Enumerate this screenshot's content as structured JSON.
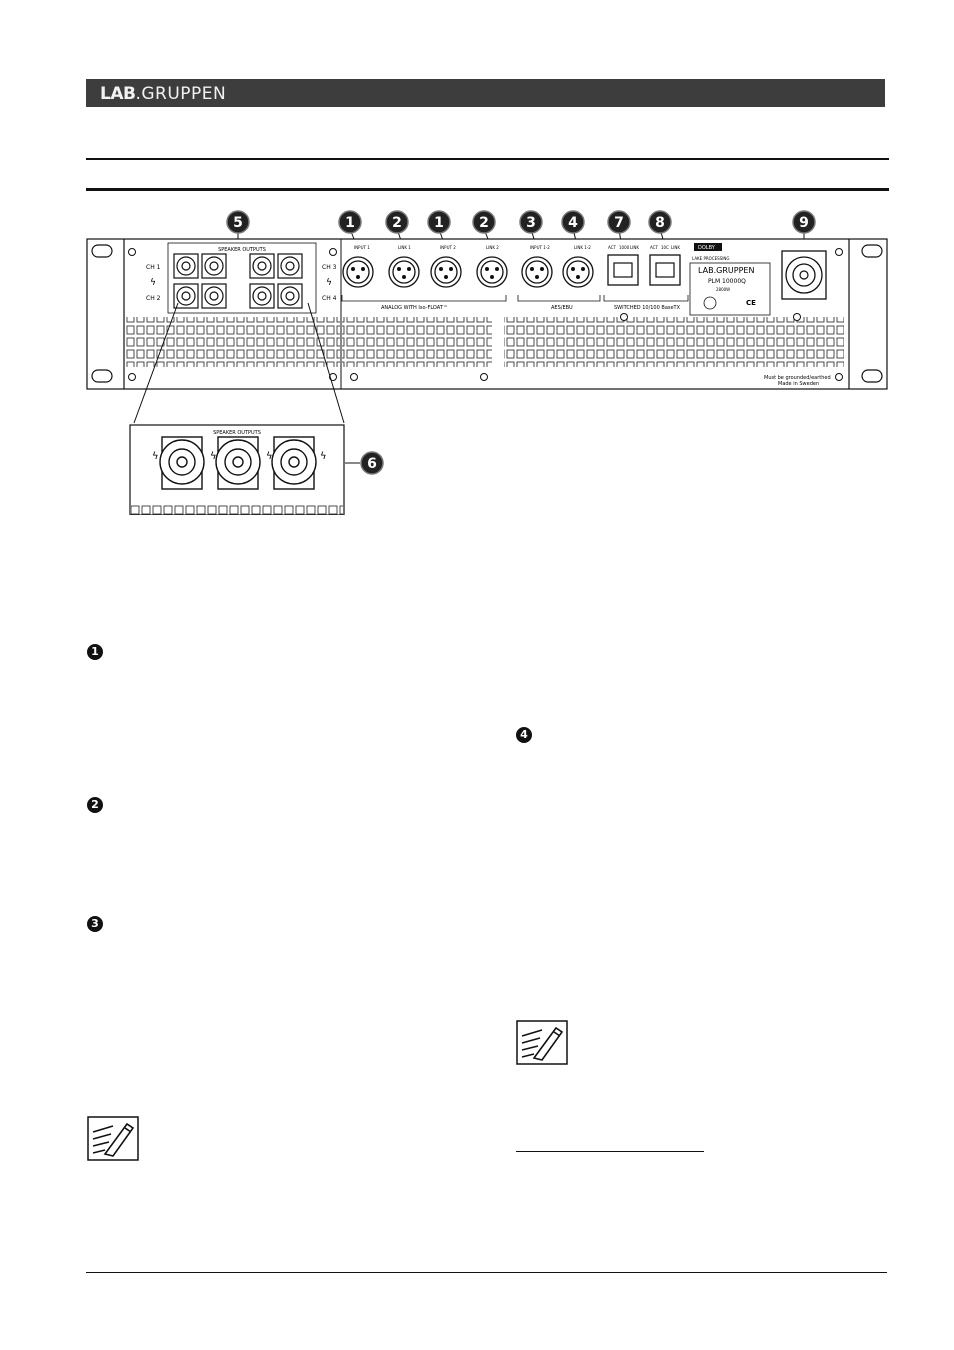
{
  "header": {
    "brand_lab": "LAB",
    "brand_gruppen": ".GRUPPEN",
    "bar_color": "#3d3d3d"
  },
  "callouts": [
    "5",
    "1",
    "2",
    "1",
    "2",
    "3",
    "4",
    "7",
    "8",
    "9",
    "6"
  ],
  "panel": {
    "speaker_outputs_title": "SPEAKER OUTPUTS",
    "channels": [
      "CH 1",
      "CH 2",
      "CH 3",
      "CH 4"
    ],
    "input_labels": [
      "INPUT 1",
      "LINK 1",
      "INPUT 2",
      "LINK 2",
      "INPUT 1-2",
      "LINK 1-2"
    ],
    "group_analog": "ANALOG WITH Iso-FLOAT™",
    "group_aes": "AES/EBU",
    "group_network": "SWITCHED 10/100 BaseTX",
    "eth_labels": [
      "ACT",
      "1000",
      "LINK",
      "ACT",
      "10C",
      "LINK"
    ],
    "dolby": "DOLBY",
    "lake": "LAKE PROCESSING",
    "brand": "LAB.GRUPPEN",
    "model": "PLM 10000Q",
    "power": "2800W",
    "ce": "CE",
    "grounded": "Must be grounded/earthed",
    "made_in": "Made in Sweden"
  },
  "zoom": {
    "title": "SPEAKER OUTPUTS"
  },
  "section_markers": [
    "1",
    "2",
    "3",
    "4"
  ]
}
